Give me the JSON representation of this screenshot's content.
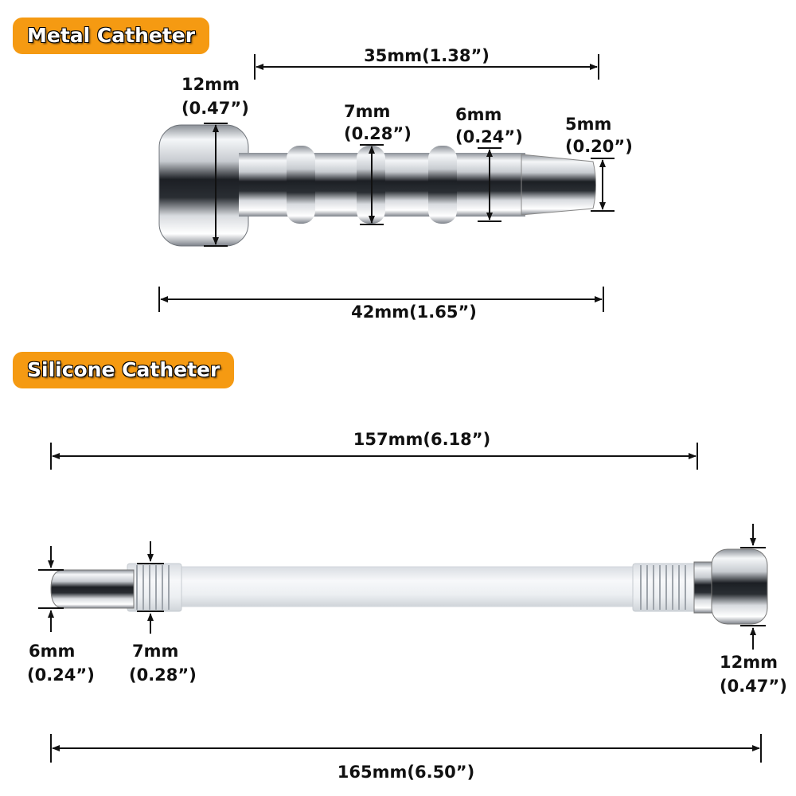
{
  "colors": {
    "badge": "#f59a12",
    "line": "#111111",
    "metal": "#c9ccd1",
    "silicone": "#eef1f4"
  },
  "metal": {
    "title": "Metal Catheter",
    "length_top": "35mm(1.38”)",
    "length_bottom": "42mm(1.65”)",
    "head_mm": "12mm",
    "head_in": "(0.47”)",
    "ring_mm": "7mm",
    "ring_in": "(0.28”)",
    "shaft_mm": "6mm",
    "shaft_in": "(0.24”)",
    "tip_mm": "5mm",
    "tip_in": "(0.20”)"
  },
  "silicone": {
    "title": "Silicone Catheter",
    "length_top": "157mm(6.18”)",
    "length_bottom": "165mm(6.50”)",
    "tip_mm": "6mm",
    "tip_in": "(0.24”)",
    "thread_mm": "7mm",
    "thread_in": "(0.28”)",
    "head_mm": "12mm",
    "head_in": "(0.47”)"
  }
}
